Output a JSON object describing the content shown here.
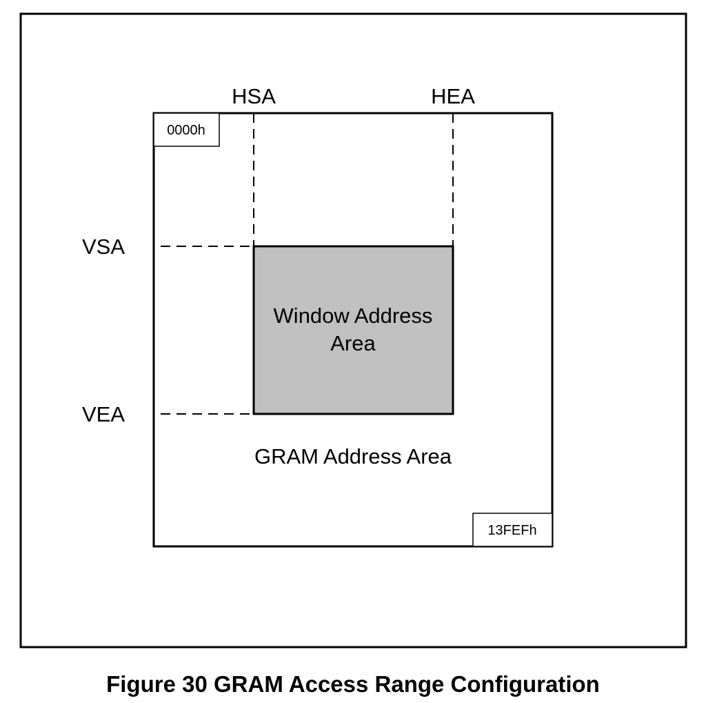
{
  "diagram": {
    "labels": {
      "hsa": "HSA",
      "hea": "HEA",
      "vsa": "VSA",
      "vea": "VEA",
      "start_address": "0000h",
      "end_address": "13FEFh",
      "window_area_line1": "Window Address",
      "window_area_line2": "Area",
      "gram_area": "GRAM Address Area"
    },
    "colors": {
      "window_fill": "#c0c0c0",
      "line": "#000000"
    }
  },
  "caption": "Figure 30 GRAM Access Range Configuration"
}
